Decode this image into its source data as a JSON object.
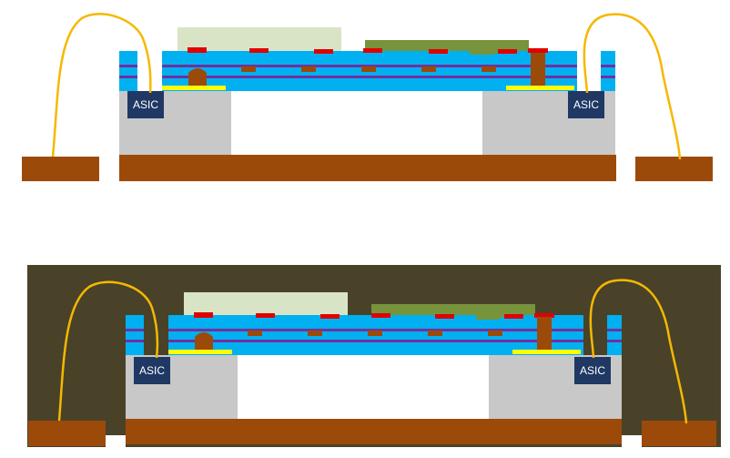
{
  "colors": {
    "copper": "#9c4a0a",
    "silicon": "#c8c8c8",
    "dielectric": "#00b0f0",
    "metal_line": "#7030a0",
    "pad": "#e00000",
    "solder_contact": "#ffff00",
    "film_light": "#d9e4c6",
    "film_dark": "#77933c",
    "asic_fill": "#1f3864",
    "wire": "#f5b800",
    "mold": "#494229"
  },
  "labels": {
    "top_left_asic": "ASIC",
    "top_right_asic": "ASIC",
    "bottom_left_asic": "ASIC",
    "bottom_right_asic": "ASIC"
  }
}
